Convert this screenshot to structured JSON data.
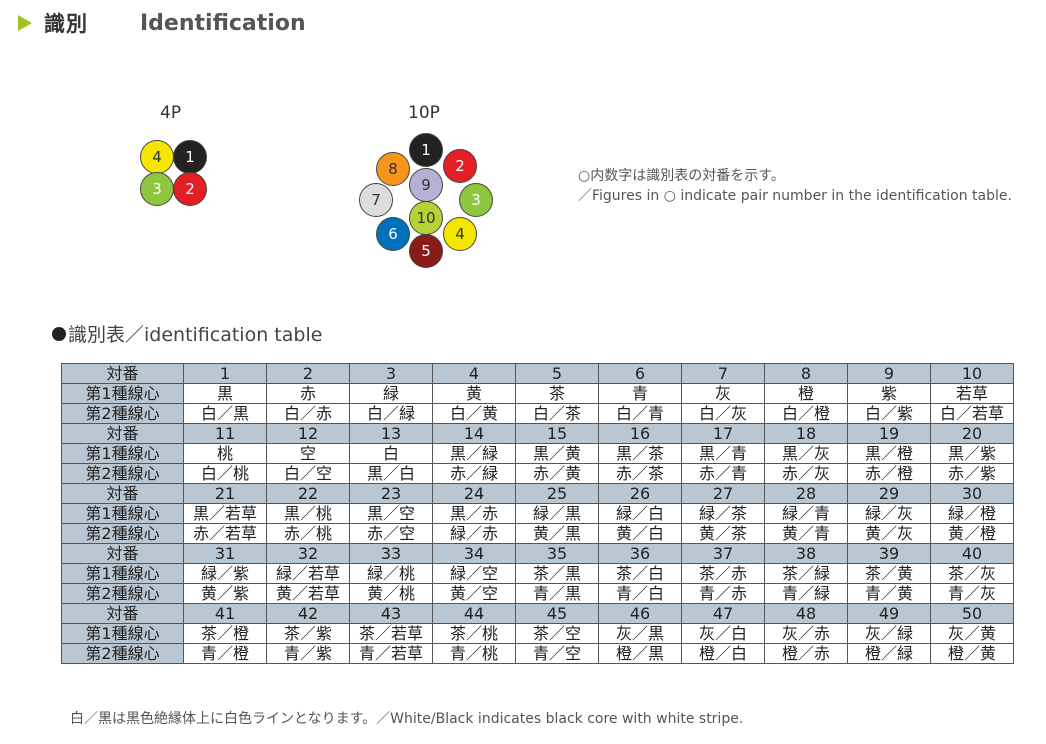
{
  "header": {
    "title_ja": "識別",
    "title_en": "Identification"
  },
  "diagram4": {
    "label": "4P",
    "circles": [
      {
        "num": "4",
        "color": "#f5e600",
        "text": "#333333"
      },
      {
        "num": "1",
        "color": "#222222",
        "text": "#ffffff"
      },
      {
        "num": "3",
        "color": "#8dc63f",
        "text": "#ffffff"
      },
      {
        "num": "2",
        "color": "#e31e24",
        "text": "#ffffff"
      }
    ]
  },
  "diagram10": {
    "label": "10P",
    "circles": [
      {
        "num": "1",
        "color": "#222222",
        "text": "#ffffff"
      },
      {
        "num": "8",
        "color": "#f7941d",
        "text": "#333333"
      },
      {
        "num": "2",
        "color": "#e31e24",
        "text": "#ffffff"
      },
      {
        "num": "9",
        "color": "#b7b0d6",
        "text": "#333333"
      },
      {
        "num": "7",
        "color": "#dddddd",
        "text": "#333333"
      },
      {
        "num": "3",
        "color": "#8dc63f",
        "text": "#ffffff"
      },
      {
        "num": "10",
        "color": "#b5d334",
        "text": "#333333"
      },
      {
        "num": "6",
        "color": "#0072bc",
        "text": "#ffffff"
      },
      {
        "num": "4",
        "color": "#f5e600",
        "text": "#333333"
      },
      {
        "num": "5",
        "color": "#8b1a1a",
        "text": "#ffffff"
      }
    ]
  },
  "note": {
    "line1": "○内数字は識別表の対番を示す。",
    "line2": "／Figures in ○ indicate pair number in the identification table."
  },
  "table": {
    "title": "識別表／identification table",
    "labels": {
      "pair": "対番",
      "first": "第1種線心",
      "second": "第2種線心"
    },
    "blocks": [
      {
        "pairs": [
          "1",
          "2",
          "3",
          "4",
          "5",
          "6",
          "7",
          "8",
          "9",
          "10"
        ],
        "first": [
          "黒",
          "赤",
          "緑",
          "黄",
          "茶",
          "青",
          "灰",
          "橙",
          "紫",
          "若草"
        ],
        "second": [
          "白／黒",
          "白／赤",
          "白／緑",
          "白／黄",
          "白／茶",
          "白／青",
          "白／灰",
          "白／橙",
          "白／紫",
          "白／若草"
        ]
      },
      {
        "pairs": [
          "11",
          "12",
          "13",
          "14",
          "15",
          "16",
          "17",
          "18",
          "19",
          "20"
        ],
        "first": [
          "桃",
          "空",
          "白",
          "黒／緑",
          "黒／黄",
          "黒／茶",
          "黒／青",
          "黒／灰",
          "黒／橙",
          "黒／紫"
        ],
        "second": [
          "白／桃",
          "白／空",
          "黒／白",
          "赤／緑",
          "赤／黄",
          "赤／茶",
          "赤／青",
          "赤／灰",
          "赤／橙",
          "赤／紫"
        ]
      },
      {
        "pairs": [
          "21",
          "22",
          "23",
          "24",
          "25",
          "26",
          "27",
          "28",
          "29",
          "30"
        ],
        "first": [
          "黒／若草",
          "黒／桃",
          "黒／空",
          "黒／赤",
          "緑／黒",
          "緑／白",
          "緑／茶",
          "緑／青",
          "緑／灰",
          "緑／橙"
        ],
        "second": [
          "赤／若草",
          "赤／桃",
          "赤／空",
          "緑／赤",
          "黄／黒",
          "黄／白",
          "黄／茶",
          "黄／青",
          "黄／灰",
          "黄／橙"
        ]
      },
      {
        "pairs": [
          "31",
          "32",
          "33",
          "34",
          "35",
          "36",
          "37",
          "38",
          "39",
          "40"
        ],
        "first": [
          "緑／紫",
          "緑／若草",
          "緑／桃",
          "緑／空",
          "茶／黒",
          "茶／白",
          "茶／赤",
          "茶／緑",
          "茶／黄",
          "茶／灰"
        ],
        "second": [
          "黄／紫",
          "黄／若草",
          "黄／桃",
          "黄／空",
          "青／黒",
          "青／白",
          "青／赤",
          "青／緑",
          "青／黄",
          "青／灰"
        ]
      },
      {
        "pairs": [
          "41",
          "42",
          "43",
          "44",
          "45",
          "46",
          "47",
          "48",
          "49",
          "50"
        ],
        "first": [
          "茶／橙",
          "茶／紫",
          "茶／若草",
          "茶／桃",
          "茶／空",
          "灰／黒",
          "灰／白",
          "灰／赤",
          "灰／緑",
          "灰／黄"
        ],
        "second": [
          "青／橙",
          "青／紫",
          "青／若草",
          "青／桃",
          "青／空",
          "橙／黒",
          "橙／白",
          "橙／赤",
          "橙／緑",
          "橙／黄"
        ]
      }
    ]
  },
  "footnote": "白／黒は黒色絶縁体上に白色ラインとなります。／White/Black indicates black core with white stripe."
}
